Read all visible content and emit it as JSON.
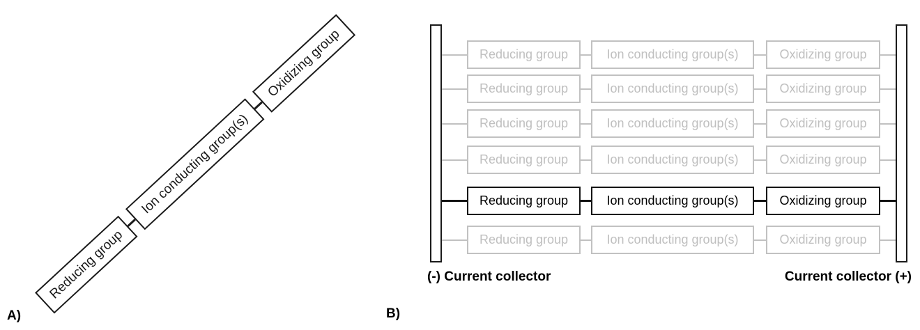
{
  "panel_a": {
    "label": "A)",
    "boxes": [
      {
        "label": "Reducing group"
      },
      {
        "label": "Ion conducting group(s)"
      },
      {
        "label": "Oxidizing group"
      }
    ]
  },
  "panel_b": {
    "label": "B)",
    "left_collector_label": "(-) Current collector",
    "right_collector_label": "Current collector (+)",
    "rows": [
      {
        "state": "inactive",
        "boxes": [
          "Reducing group",
          "Ion conducting group(s)",
          "Oxidizing group"
        ]
      },
      {
        "state": "inactive",
        "boxes": [
          "Reducing group",
          "Ion conducting group(s)",
          "Oxidizing group"
        ]
      },
      {
        "state": "inactive",
        "boxes": [
          "Reducing group",
          "Ion conducting group(s)",
          "Oxidizing group"
        ]
      },
      {
        "state": "inactive",
        "boxes": [
          "Reducing group",
          "Ion conducting group(s)",
          "Oxidizing group"
        ]
      },
      {
        "state": "active",
        "boxes": [
          "Reducing group",
          "Ion conducting group(s)",
          "Oxidizing group"
        ]
      },
      {
        "state": "inactive",
        "boxes": [
          "Reducing group",
          "Ion conducting group(s)",
          "Oxidizing group"
        ]
      }
    ]
  },
  "colors": {
    "active": "#141414",
    "inactive": "#bfbfbf",
    "background": "#ffffff"
  }
}
